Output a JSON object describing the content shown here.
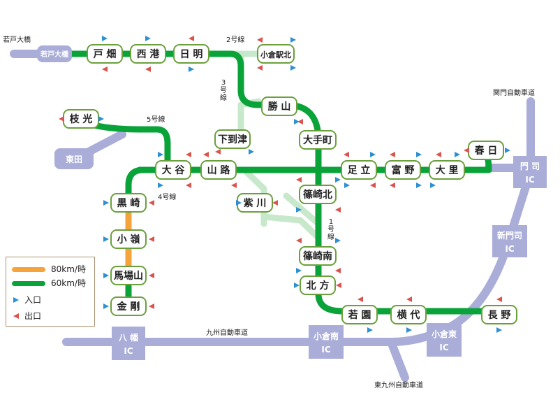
{
  "colors": {
    "line60": "#0aa33a",
    "line80": "#f5a43c",
    "lineLight": "#c8e8cc",
    "expressway": "#a9add8",
    "icBox": "#a9add8",
    "entrance": "#2e8fd3",
    "exit": "#d9534f",
    "stationBorder": "#6aa03c"
  },
  "stations": {
    "tobata": "戸 畑",
    "nishiminato": "西 港",
    "himachi": "日 明",
    "kokuraekikita": "小倉駅北",
    "katsuyama": "勝 山",
    "shimoitozu": "下到津",
    "edamitsu": "枝 光",
    "ooteMachi": "大手町",
    "ohtani": "大 谷",
    "sanro": "山 路",
    "adachi": "足 立",
    "tomino": "富 野",
    "dairi": "大 里",
    "kasuga": "春 日",
    "kurosaki": "黒 崎",
    "shinozakiKita": "篠崎北",
    "shigawa": "紫 川",
    "korei": "小 嶺",
    "shinozakiMinami": "篠崎南",
    "babayama": "馬場山",
    "kitagata": "北 方",
    "kongo": "金 剛",
    "wakazono": "若 園",
    "yokoshiro": "横 代",
    "nagano": "長 野"
  },
  "expressway": {
    "wakatoOhashiLabel": "若戸大橋",
    "wakatoOhashiBox": "若戸大橋",
    "higashida": "東田",
    "mojiIC": [
      "門 司",
      "IC"
    ],
    "shinmojiIC": [
      "新門司",
      "IC"
    ],
    "yahataIC": [
      "八 幡",
      "IC"
    ],
    "kokuraminamiIC": [
      "小倉南",
      "IC"
    ],
    "kokurahigashiIC": [
      "小倉東",
      "IC"
    ],
    "kyushuExpressway": "九州自動車道",
    "kanmonExpressway": "関門自動車道",
    "higashikyushuExpressway": "東九州自動車道"
  },
  "routes": {
    "route2": "2号線",
    "route3": [
      "3",
      "号",
      "線"
    ],
    "route5": "5号線",
    "route4": "4号線",
    "route1": [
      "1",
      "号",
      "線"
    ]
  },
  "legend": {
    "speed80": "80km/時",
    "speed60": "60km/時",
    "entrance": "入口",
    "exit": "出口"
  }
}
